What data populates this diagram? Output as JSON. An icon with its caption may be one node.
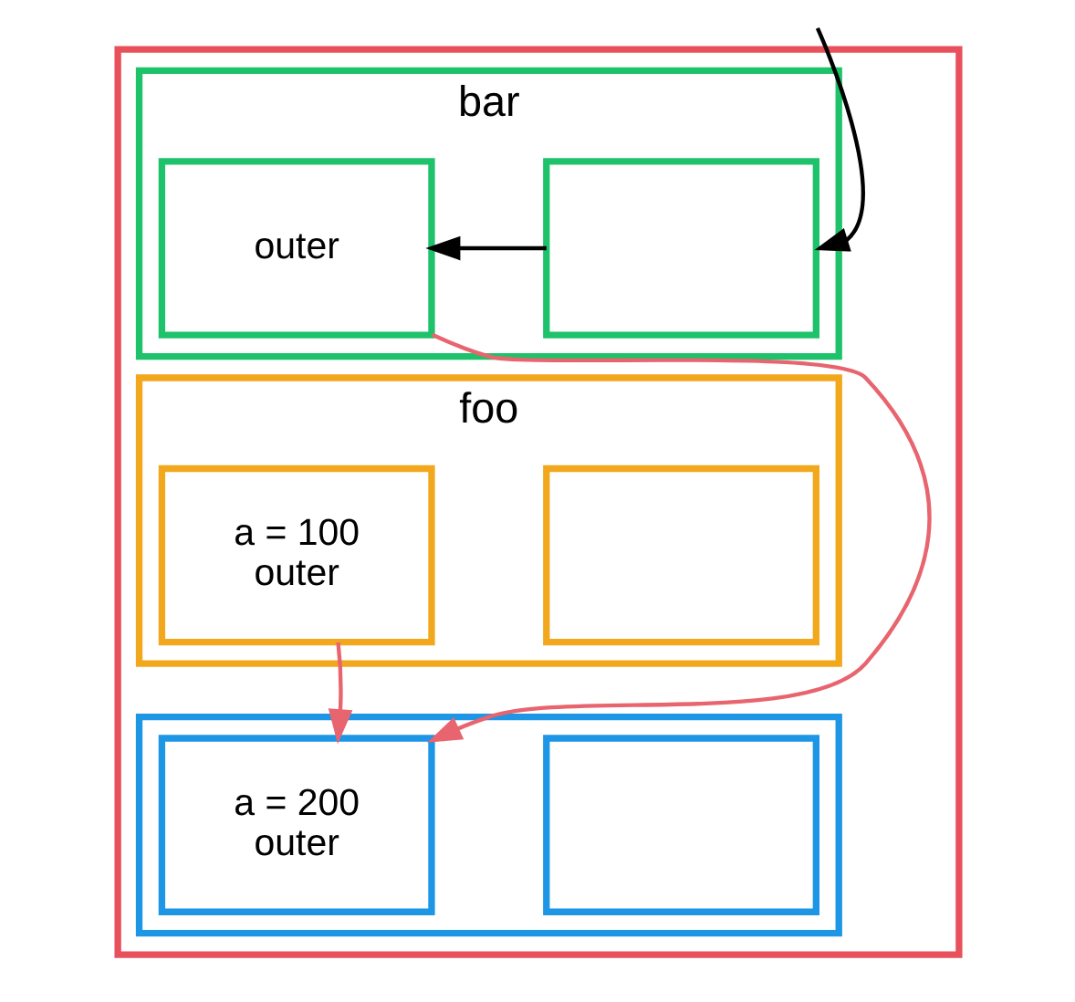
{
  "diagram": {
    "nodes": [
      {
        "text": [],
        "shape": "box"
      },
      {
        "text": [
          "bar"
        ],
        "in": 0
      },
      {
        "text": [
          "outer"
        ],
        "in": 1
      },
      {
        "text": [],
        "shape": "box",
        "in": 1
      },
      {
        "text": [
          "foo"
        ],
        "in": 0
      },
      {
        "text": [
          "a = 100",
          "outer"
        ],
        "in": 4
      },
      {
        "text": [],
        "shape": "box",
        "in": 4
      },
      {
        "text": [],
        "shape": "box",
        "in": 0
      },
      {
        "text": [
          "a = 200",
          "outer"
        ],
        "in": 7
      },
      {
        "text": [],
        "shape": "box",
        "in": 7
      }
    ],
    "edges": [
      {
        "from": null,
        "to": 3,
        "arrow": "to",
        "color": "#000000"
      },
      {
        "from": 3,
        "to": 2,
        "arrow": "to",
        "color": "#000000"
      },
      {
        "from": 2,
        "to": 8,
        "arrow": "to",
        "color": "#e8646e"
      },
      {
        "from": 5,
        "to": 8,
        "arrow": "to",
        "color": "#e8646e"
      }
    ]
  }
}
